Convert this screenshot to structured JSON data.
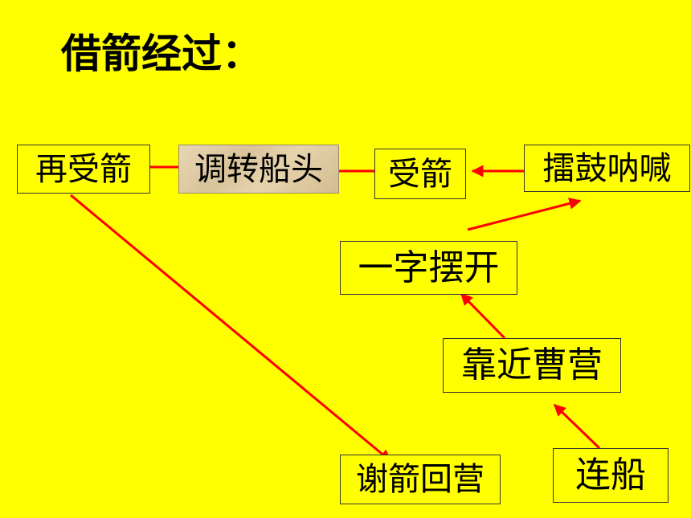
{
  "title": "借箭经过：",
  "steps": {
    "step_1": "连船",
    "step_2": "靠近曹营",
    "step_3": "一字摆开",
    "step_4": "擂鼓呐喊",
    "step_5": "受箭",
    "step_6": "调转船头",
    "step_7": "再受箭",
    "step_8": "谢箭回营"
  },
  "colors": {
    "background": "#FFFF00",
    "arrow": "#FF0000",
    "highlight_box": "#DCC8A0",
    "text": "#000000"
  }
}
